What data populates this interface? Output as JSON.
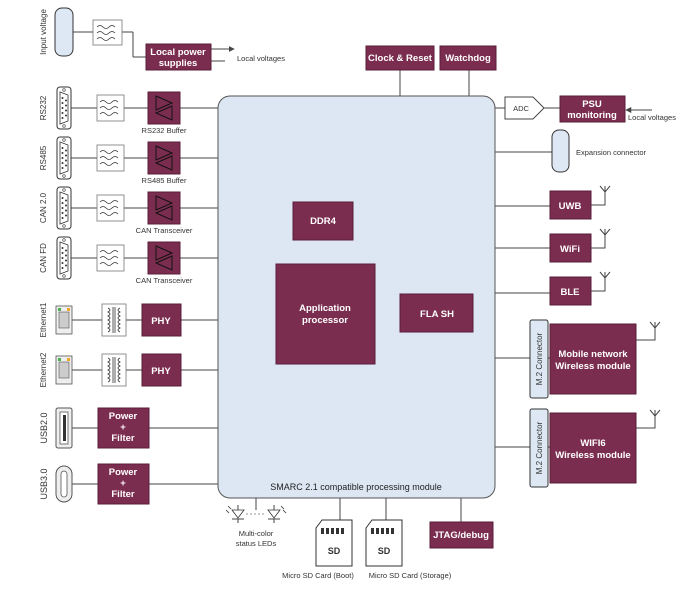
{
  "input_voltage": "Input voltage",
  "local_power_supplies": [
    "Local power",
    "supplies"
  ],
  "local_voltages_top": "Local voltages",
  "clock_reset": "Clock & Reset",
  "watchdog": "Watchdog",
  "adc": "ADC",
  "psu_monitoring": [
    "PSU",
    "monitoring"
  ],
  "local_voltages_right": "Local voltages",
  "expansion_connector": "Expansion connector",
  "rs232": "RS232",
  "rs232_buffer": "RS232 Buffer",
  "rs485": "RS485",
  "rs485_buffer": "RS485 Buffer",
  "can20": "CAN 2.0",
  "can_transceiver_1": "CAN Transceiver",
  "canfd": "CAN FD",
  "can_transceiver_2": "CAN Transceiver",
  "ethernet1": "Ethernet1",
  "ethernet2": "Ethernet2",
  "phy1": "PHY",
  "phy2": "PHY",
  "usb20": "USB2.0",
  "usb30": "USB3.0",
  "power_filter_1": [
    "Power",
    "+",
    "Filter"
  ],
  "power_filter_2": [
    "Power",
    "+",
    "Filter"
  ],
  "ddr4": "DDR4",
  "app_processor": [
    "Application",
    "processor"
  ],
  "flash": "FLA SH",
  "smarc_label": "SMARC 2.1 compatible processing module",
  "uwb": "UWB",
  "wifi": "WiFi",
  "ble": "BLE",
  "m2_connector_1": "M.2 Connector",
  "m2_connector_2": "M.2 Connector",
  "mobile_network": [
    "Mobile network",
    "Wireless module"
  ],
  "wifi6": [
    "WIFI6",
    "Wireless module"
  ],
  "leds": [
    "Multi-color",
    "status LEDs"
  ],
  "sd_boot": "Micro SD Card (Boot)",
  "sd_storage": "Micro SD Card (Storage)",
  "jtag": "JTAG/debug"
}
